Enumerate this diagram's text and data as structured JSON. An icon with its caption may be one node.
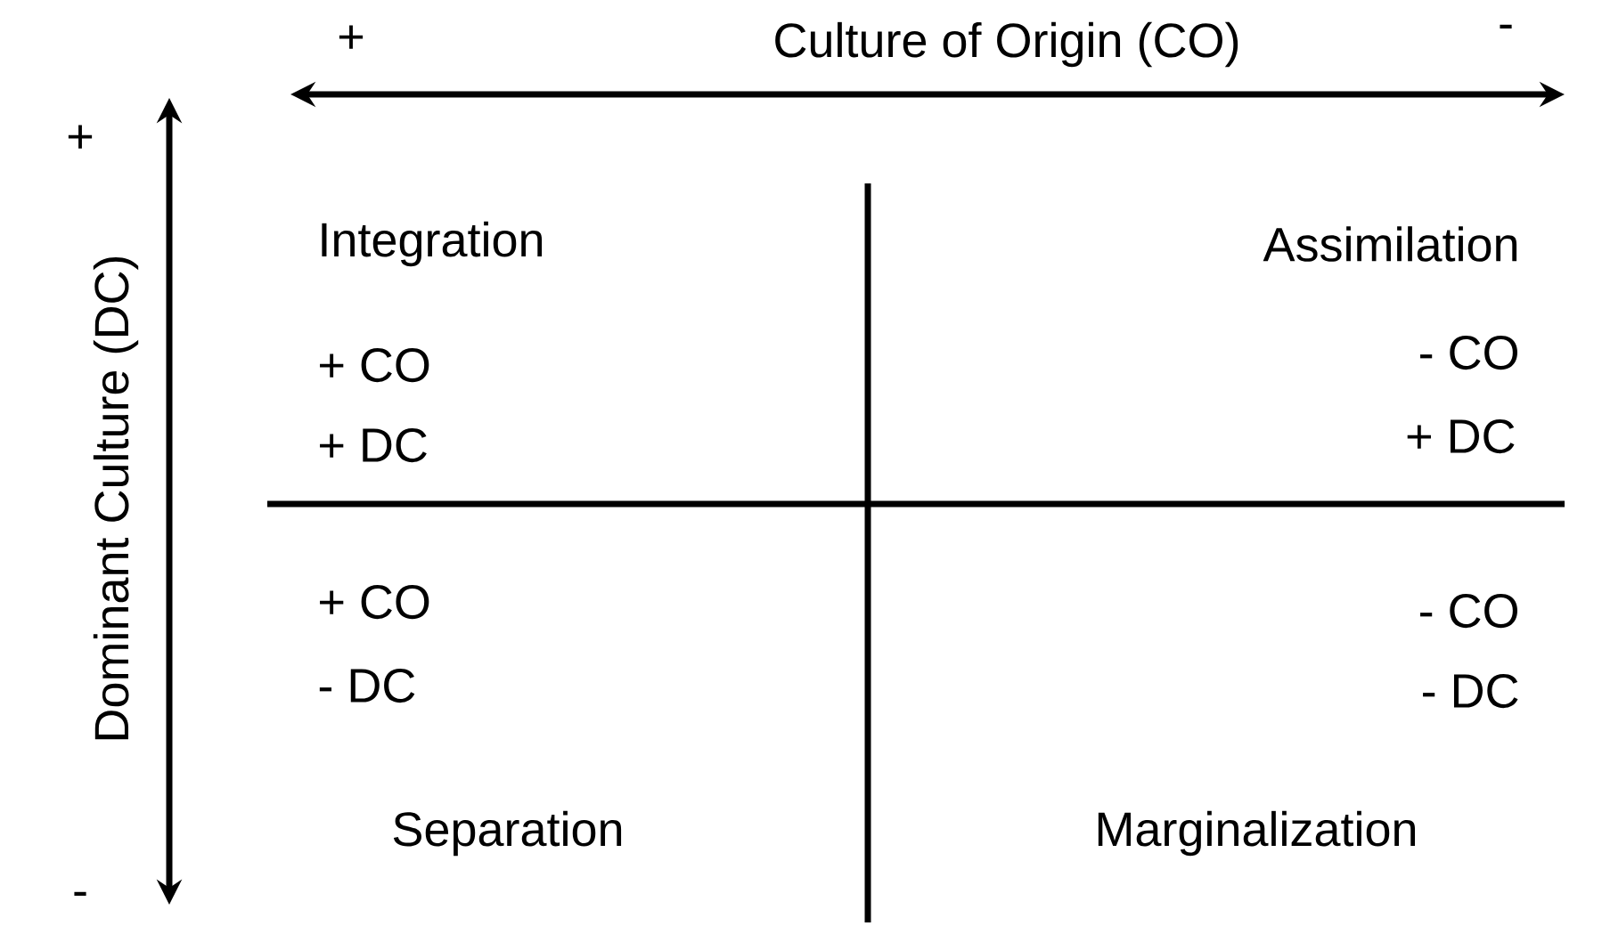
{
  "diagram": {
    "labels": [
      "+",
      "Culture of Origin (CO)",
      "-",
      "+",
      "Dominant Culture (DC)",
      "Integration",
      "Assimilation",
      "+ CO",
      "- CO",
      "+ DC",
      "+ DC",
      "+ CO",
      "- CO",
      "- DC",
      "- DC",
      "Separation",
      "Marginalization",
      "-"
    ]
  }
}
